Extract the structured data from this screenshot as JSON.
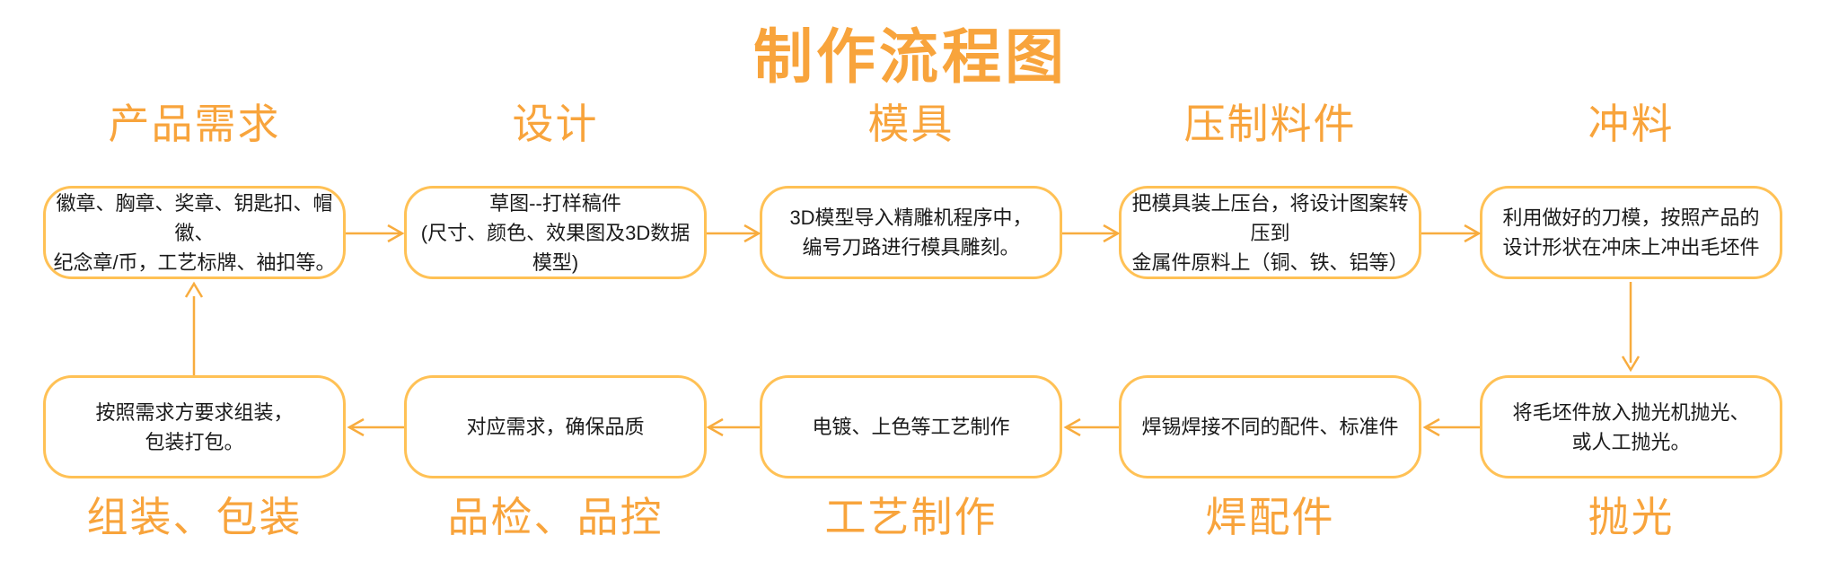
{
  "title": "制作流程图",
  "colors": {
    "accent": "#F8A43C",
    "box_border": "#FFC155",
    "arrow": "#F8AC3E",
    "text": "#1A1A1A",
    "background": "#FFFFFF"
  },
  "top_row": [
    {
      "label": "产品需求",
      "lines": [
        "徽章、胸章、奖章、钥匙扣、帽徽、",
        "纪念章/币，工艺标牌、袖扣等。"
      ]
    },
    {
      "label": "设计",
      "lines": [
        "草图--打样稿件",
        "(尺寸、颜色、效果图及3D数据模型)"
      ]
    },
    {
      "label": "模具",
      "lines": [
        "3D模型导入精雕机程序中，",
        "编号刀路进行模具雕刻。"
      ]
    },
    {
      "label": "压制料件",
      "lines": [
        "把模具装上压台，将设计图案转压到",
        "金属件原料上（铜、铁、铝等）"
      ]
    },
    {
      "label": "冲料",
      "lines": [
        "利用做好的刀模，按照产品的",
        "设计形状在冲床上冲出毛坯件"
      ]
    }
  ],
  "bottom_row": [
    {
      "label": "组装、包装",
      "lines": [
        "按照需求方要求组装，",
        "包装打包。"
      ]
    },
    {
      "label": "品检、品控",
      "lines": [
        "对应需求，确保品质"
      ]
    },
    {
      "label": "工艺制作",
      "lines": [
        "电镀、上色等工艺制作"
      ]
    },
    {
      "label": "焊配件",
      "lines": [
        "焊锡焊接不同的配件、标准件"
      ]
    },
    {
      "label": "抛光",
      "lines": [
        "将毛坯件放入抛光机抛光、",
        "或人工抛光。"
      ]
    }
  ]
}
